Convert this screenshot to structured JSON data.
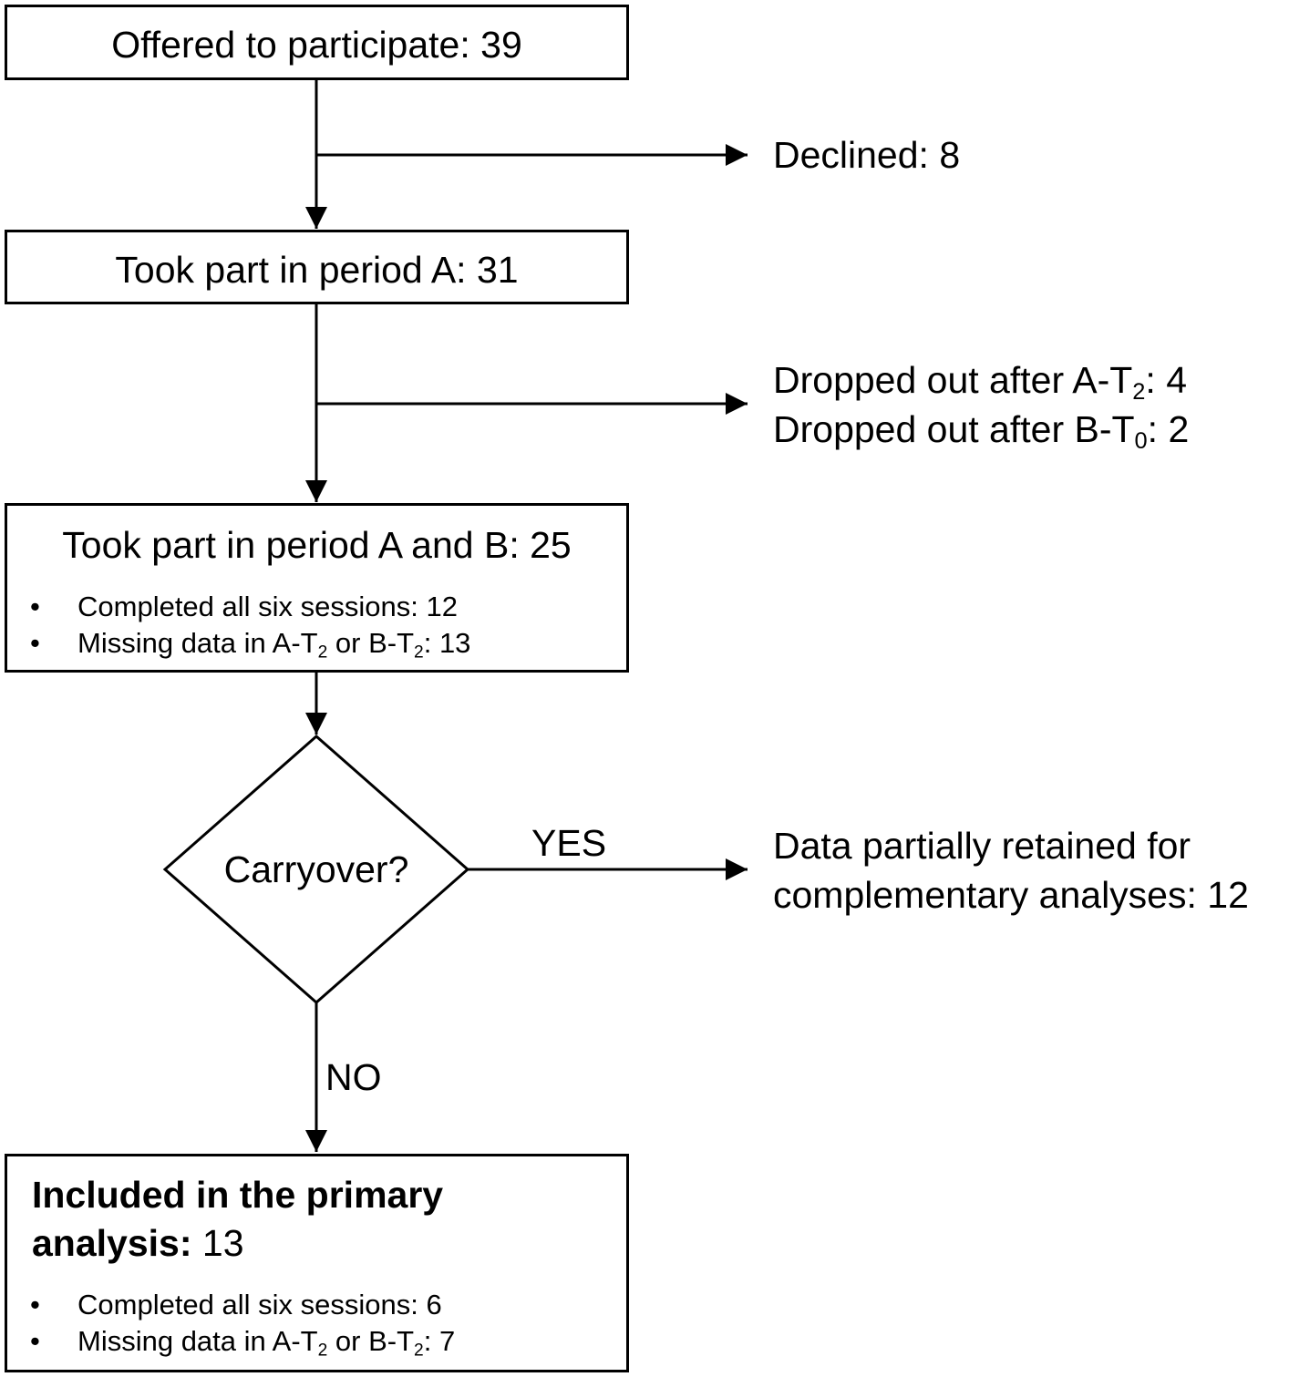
{
  "boxes": {
    "offered": {
      "label": "Offered to participate:",
      "count": "39"
    },
    "period_a": {
      "label": "Took part in period A:",
      "count": "31"
    },
    "period_ab": {
      "label": "Took part in period A and B:",
      "count": "25",
      "bullets": [
        {
          "text": "Completed all six sessions: 12"
        },
        {
          "pre": "Missing data in A-T",
          "sub1": "2",
          "mid": " or B-T",
          "sub2": "2",
          "post": ": 13"
        }
      ]
    },
    "primary": {
      "label_line1": "Included in the primary",
      "label_line2": "analysis:",
      "count": "13",
      "bullets": [
        {
          "text": "Completed all six sessions: 6"
        },
        {
          "pre": "Missing data in A-T",
          "sub1": "2",
          "mid": " or B-T",
          "sub2": "2",
          "post": ": 7"
        }
      ]
    }
  },
  "side_notes": {
    "declined": "Declined: 8",
    "dropout_line1": {
      "pre": "Dropped out after A-T",
      "sub": "2",
      "post": ": 4"
    },
    "dropout_line2": {
      "pre": "Dropped out after B-T",
      "sub": "0",
      "post": ": 2"
    },
    "retained_line1": "Data partially retained for",
    "retained_line2": "complementary analyses: 12"
  },
  "decision": {
    "question": "Carryover?",
    "yes_label": "YES",
    "no_label": "NO"
  },
  "bullet_char": "•"
}
